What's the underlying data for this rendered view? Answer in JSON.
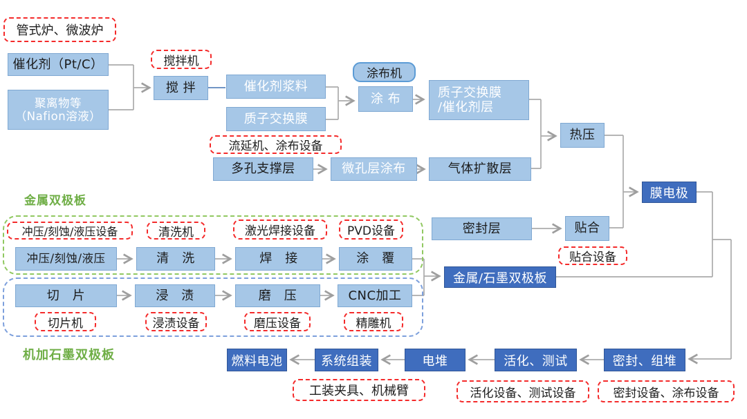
{
  "colors": {
    "process_fill": "#A6C7E7",
    "process_border": "#7FA8D2",
    "result_fill": "#3F6DBE",
    "equipment_red": "#F42A2A",
    "group_green": "#90C860",
    "group_blue": "#7C9FDC",
    "section_green": "#6FAE46",
    "connector_gray": "#ABABAB"
  },
  "sections": {
    "metal_bipolar": {
      "label": "金属双极板"
    },
    "machined_graphite_bipolar": {
      "label": "机加石墨双极板"
    }
  },
  "nodes": {
    "catalyst_pt": {
      "label": "催化剂（Pt/C）"
    },
    "polymer_nafion": {
      "label": "聚离物等\n（Nafion溶液）"
    },
    "stirring": {
      "label": "搅 拌"
    },
    "catalyst_slurry": {
      "label": "催化剂浆料"
    },
    "pem": {
      "label": "质子交换膜"
    },
    "coating": {
      "label": "涂 布"
    },
    "pem_catalyst_layer": {
      "label": "质子交换膜\n/催化剂层"
    },
    "porous_support": {
      "label": "多孔支撑层"
    },
    "microporous_coating": {
      "label": "微孔层涂布"
    },
    "gas_diffusion_layer": {
      "label": "气体扩散层"
    },
    "hot_press": {
      "label": "热压"
    },
    "seal_layer": {
      "label": "密封层"
    },
    "laminating": {
      "label": "贴合"
    },
    "mea": {
      "label": "膜电极"
    },
    "stamping_etching": {
      "label": "冲压/刻蚀/液压"
    },
    "cleaning": {
      "label": "清　洗"
    },
    "welding": {
      "label": "焊　接"
    },
    "coating_pvd": {
      "label": "涂　覆"
    },
    "slicing": {
      "label": "切　片"
    },
    "impregnation": {
      "label": "浸　渍"
    },
    "grinding": {
      "label": "磨　压"
    },
    "cnc_machining": {
      "label": "CNC加工"
    },
    "bipolar_plate": {
      "label": "金属/石墨双极板"
    },
    "fuel_cell": {
      "label": "燃料电池"
    },
    "system_assembly": {
      "label": "系统组装"
    },
    "stack": {
      "label": "电堆"
    },
    "activation_testing": {
      "label": "活化、测试"
    },
    "sealing_stacking": {
      "label": "密封、组堆"
    }
  },
  "equipment": {
    "tube_microwave_furnace": {
      "label": "管式炉、微波炉"
    },
    "stirrer": {
      "label": "搅拌机"
    },
    "coater": {
      "label": "涂布机"
    },
    "casting_coating_equipment": {
      "label": "流延机、涂布设备"
    },
    "stamping_equipment": {
      "label": "冲压/刻蚀/液压设备"
    },
    "cleaning_machine": {
      "label": "清洗机"
    },
    "laser_welding_equipment": {
      "label": "激光焊接设备"
    },
    "pvd_equipment": {
      "label": "PVD设备"
    },
    "laminating_equipment": {
      "label": "贴合设备"
    },
    "slicer": {
      "label": "切片机"
    },
    "impregnation_equipment": {
      "label": "浸渍设备"
    },
    "grinding_equipment": {
      "label": "磨压设备"
    },
    "engraving_machine": {
      "label": "精雕机"
    },
    "fixtures_robot_arm": {
      "label": "工装夹具、机械臂"
    },
    "activation_testing_equipment": {
      "label": "活化设备、测试设备"
    },
    "sealing_coating_equipment": {
      "label": "密封设备、涂布设备"
    }
  },
  "edges": [
    {
      "from": "催化剂（Pt/C）",
      "to": "搅拌"
    },
    {
      "from": "聚离物等（Nafion溶液）",
      "to": "搅拌"
    },
    {
      "from": "搅拌",
      "to": "催化剂浆料"
    },
    {
      "from": "催化剂浆料",
      "to": "涂布"
    },
    {
      "from": "质子交换膜",
      "to": "涂布"
    },
    {
      "from": "涂布",
      "to": "质子交换膜/催化剂层"
    },
    {
      "from": "质子交换膜/催化剂层",
      "to": "热压"
    },
    {
      "from": "多孔支撑层",
      "to": "微孔层涂布"
    },
    {
      "from": "微孔层涂布",
      "to": "气体扩散层"
    },
    {
      "from": "气体扩散层",
      "to": "热压"
    },
    {
      "from": "热压",
      "to": "膜电极"
    },
    {
      "from": "密封层",
      "to": "贴合"
    },
    {
      "from": "贴合",
      "to": "膜电极"
    },
    {
      "from": "冲压/刻蚀/液压",
      "to": "清洗"
    },
    {
      "from": "清洗",
      "to": "焊接"
    },
    {
      "from": "焊接",
      "to": "涂覆"
    },
    {
      "from": "涂覆",
      "to": "金属/石墨双极板"
    },
    {
      "from": "切片",
      "to": "浸渍"
    },
    {
      "from": "浸渍",
      "to": "磨压"
    },
    {
      "from": "磨压",
      "to": "CNC加工"
    },
    {
      "from": "CNC加工",
      "to": "金属/石墨双极板"
    },
    {
      "from": "膜电极",
      "to": "密封、组堆"
    },
    {
      "from": "金属/石墨双极板",
      "to": "密封、组堆"
    },
    {
      "from": "密封、组堆",
      "to": "活化、测试"
    },
    {
      "from": "活化、测试",
      "to": "电堆"
    },
    {
      "from": "电堆",
      "to": "系统组装"
    },
    {
      "from": "系统组装",
      "to": "燃料电池"
    }
  ]
}
